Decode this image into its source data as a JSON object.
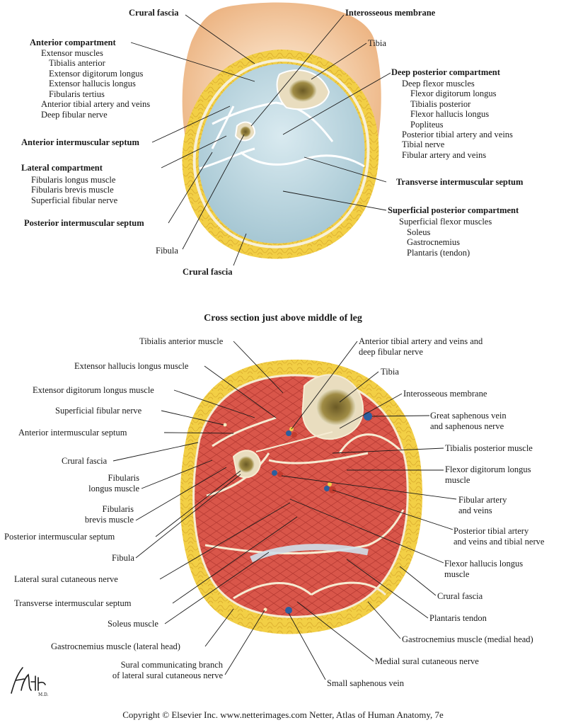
{
  "top": {
    "crural_fascia_top": "Crural fascia",
    "interosseous_membrane": "Interosseous membrane",
    "tibia": "Tibia",
    "anterior_compartment": "Anterior compartment",
    "anterior_items": [
      "Extensor muscles",
      "Tibialis anterior",
      "Extensor digitorum longus",
      "Extensor hallucis longus",
      "Fibularis tertius",
      "Anterior tibial artery and veins",
      "Deep fibular nerve"
    ],
    "deep_posterior_compartment": "Deep posterior compartment",
    "deep_posterior_items": [
      "Deep flexor muscles",
      "Flexor digitorum longus",
      "Tibialis posterior",
      "Flexor hallucis longus",
      "Popliteus",
      "Posterior tibial artery and veins",
      "Tibial nerve",
      "Fibular artery and veins"
    ],
    "anterior_intermuscular_septum": "Anterior intermuscular septum",
    "lateral_compartment": "Lateral compartment",
    "lateral_items": [
      "Fibularis longus muscle",
      "Fibularis brevis muscle",
      "Superficial fibular nerve"
    ],
    "transverse_intermuscular_septum": "Transverse intermuscular septum",
    "superficial_posterior_compartment": "Superficial posterior compartment",
    "superficial_posterior_items": [
      "Superficial flexor muscles",
      "Soleus",
      "Gastrocnemius",
      "Plantaris (tendon)"
    ],
    "posterior_intermuscular_septum": "Posterior intermuscular septum",
    "fibula": "Fibula",
    "crural_fascia_bottom": "Crural fascia"
  },
  "caption": "Cross section just above middle of leg",
  "bottom": {
    "tibialis_anterior_muscle": "Tibialis anterior muscle",
    "extensor_hallucis_longus_muscle": "Extensor hallucis longus muscle",
    "extensor_digitorum_longus_muscle": "Extensor digitorum longus muscle",
    "superficial_fibular_nerve": "Superficial fibular nerve",
    "anterior_intermuscular_septum": "Anterior intermuscular septum",
    "crural_fascia_left": "Crural fascia",
    "fibularis_longus": [
      "Fibularis",
      "longus muscle"
    ],
    "fibularis_brevis": [
      "Fibularis",
      "brevis muscle"
    ],
    "posterior_intermuscular_septum": "Posterior intermuscular septum",
    "fibula": "Fibula",
    "lateral_sural_cutaneous_nerve": "Lateral sural cutaneous nerve",
    "transverse_intermuscular_septum": "Transverse intermuscular septum",
    "soleus_muscle": "Soleus muscle",
    "gastrocnemius_lateral": "Gastrocnemius muscle (lateral head)",
    "sural_communicating_branch": [
      "Sural communicating branch",
      "of lateral sural cutaneous nerve"
    ],
    "anterior_tibial_artery": [
      "Anterior tibial artery and veins and",
      "deep fibular nerve"
    ],
    "tibia": "Tibia",
    "interosseous_membrane": "Interosseous membrane",
    "great_saphenous_vein": [
      "Great saphenous vein",
      "and saphenous nerve"
    ],
    "tibialis_posterior_muscle": "Tibialis posterior muscle",
    "flexor_digitorum_longus": [
      "Flexor digitorum longus",
      "muscle"
    ],
    "fibular_artery": [
      "Fibular artery",
      "and veins"
    ],
    "posterior_tibial_artery": [
      "Posterior tibial artery",
      "and veins and tibial nerve"
    ],
    "flexor_hallucis_longus": [
      "Flexor hallucis longus",
      "muscle"
    ],
    "crural_fascia_right": "Crural fascia",
    "plantaris_tendon": "Plantaris tendon",
    "gastrocnemius_medial": "Gastrocnemius muscle (medial head)",
    "medial_sural_cutaneous_nerve": "Medial sural cutaneous nerve",
    "small_saphenous_vein": "Small saphenous vein"
  },
  "copyright": "Copyright © Elsevier Inc.  www.netterimages.com Netter, Atlas of Human Anatomy, 7e",
  "signature": "F. Netter M.D."
}
